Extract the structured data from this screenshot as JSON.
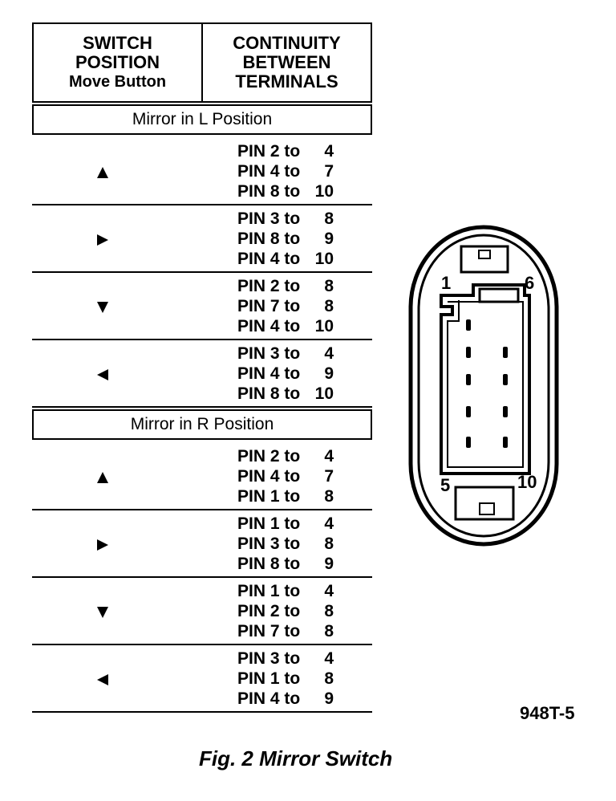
{
  "table": {
    "header": {
      "col1_line1": "SWITCH",
      "col1_line2": "POSITION",
      "col1_line3": "Move Button",
      "col2_line1": "CONTINUITY",
      "col2_line2": "BETWEEN",
      "col2_line3": "TERMINALS"
    },
    "sections": [
      {
        "title": "Mirror in L Position",
        "rows": [
          {
            "arrow": "up",
            "pins": [
              [
                "PIN 2 to",
                "4"
              ],
              [
                "PIN 4 to",
                "7"
              ],
              [
                "PIN 8 to",
                "10"
              ]
            ]
          },
          {
            "arrow": "right",
            "pins": [
              [
                "PIN 3 to",
                "8"
              ],
              [
                "PIN 8 to",
                "9"
              ],
              [
                "PIN 4 to",
                "10"
              ]
            ]
          },
          {
            "arrow": "down",
            "pins": [
              [
                "PIN 2 to",
                "8"
              ],
              [
                "PIN 7 to",
                "8"
              ],
              [
                "PIN 4 to",
                "10"
              ]
            ]
          },
          {
            "arrow": "left",
            "pins": [
              [
                "PIN 3 to",
                "4"
              ],
              [
                "PIN 4 to",
                "9"
              ],
              [
                "PIN 8 to",
                "10"
              ]
            ]
          }
        ]
      },
      {
        "title": "Mirror in R Position",
        "rows": [
          {
            "arrow": "up",
            "pins": [
              [
                "PIN 2 to",
                "4"
              ],
              [
                "PIN 4 to",
                "7"
              ],
              [
                "PIN 1 to",
                "8"
              ]
            ]
          },
          {
            "arrow": "right",
            "pins": [
              [
                "PIN 1 to",
                "4"
              ],
              [
                "PIN 3 to",
                "8"
              ],
              [
                "PIN 8 to",
                "9"
              ]
            ]
          },
          {
            "arrow": "down",
            "pins": [
              [
                "PIN 1 to",
                "4"
              ],
              [
                "PIN 2 to",
                "8"
              ],
              [
                "PIN 7 to",
                "8"
              ]
            ]
          },
          {
            "arrow": "left",
            "pins": [
              [
                "PIN 3 to",
                "4"
              ],
              [
                "PIN 1 to",
                "8"
              ],
              [
                "PIN 4 to",
                "9"
              ]
            ]
          }
        ]
      }
    ]
  },
  "connector": {
    "pin_labels": {
      "p1": "1",
      "p6": "6",
      "p5": "5",
      "p10": "10"
    }
  },
  "figure_code": "948T-5",
  "caption": "Fig. 2 Mirror Switch"
}
